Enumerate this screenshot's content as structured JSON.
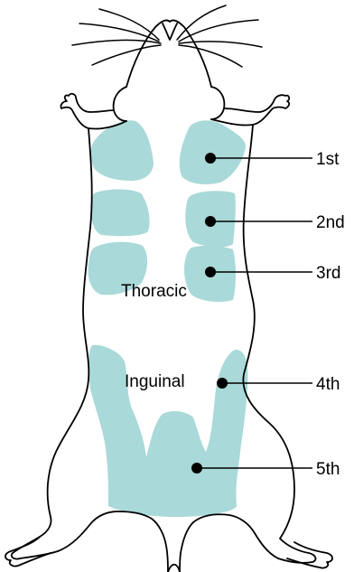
{
  "diagram": {
    "colors": {
      "gland": "#a9d9d8",
      "outline": "#000000",
      "marker": "#000000"
    },
    "region_labels": {
      "thoracic": "Thoracic",
      "inguinal": "Inguinal"
    },
    "pairs": [
      {
        "label": "1st"
      },
      {
        "label": "2nd"
      },
      {
        "label": "3rd"
      },
      {
        "label": "4th"
      },
      {
        "label": "5th"
      }
    ]
  }
}
